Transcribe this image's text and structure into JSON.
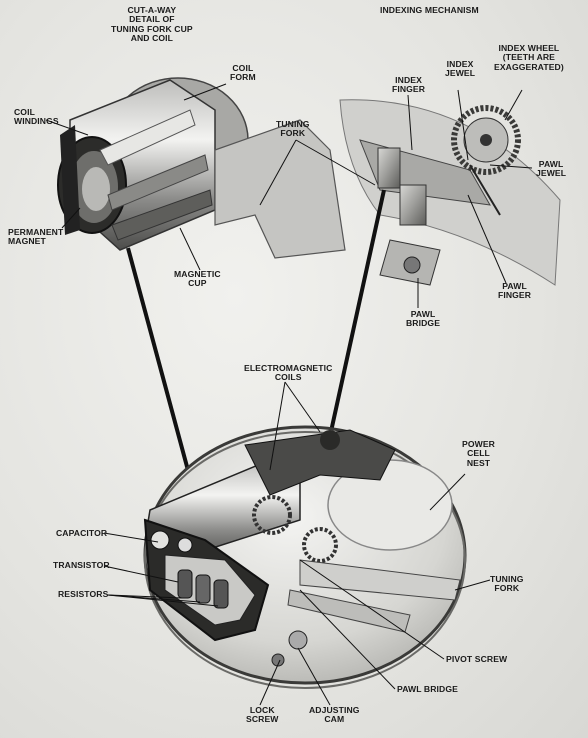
{
  "labels": {
    "cutaway": "CUT-A-WAY\nDETAIL OF\nTUNING FORK CUP\nAND COIL",
    "indexing": "INDEXING MECHANISM",
    "coil_form": "COIL\nFORM",
    "coil_windings": "COIL\nWINDINGS",
    "permanent_magnet": "PERMANENT\nMAGNET",
    "magnetic_cup": "MAGNETIC\nCUP",
    "tuning_fork_top": "TUNING\nFORK",
    "index_finger": "INDEX\nFINGER",
    "index_jewel": "INDEX\nJEWEL",
    "index_wheel": "INDEX WHEEL\n(TEETH ARE\nEXAGGERATED)",
    "pawl_jewel": "PAWL\nJEWEL",
    "pawl_finger": "PAWL\nFINGER",
    "pawl_bridge_top": "PAWL\nBRIDGE",
    "electromagnetic_coils": "ELECTROMAGNETIC\nCOILS",
    "power_cell_nest": "POWER\nCELL\nNEST",
    "capacitor": "CAPACITOR",
    "transistor": "TRANSISTOR",
    "resistors": "RESISTORS",
    "tuning_fork_bottom": "TUNING\nFORK",
    "pivot_screw": "PIVOT SCREW",
    "pawl_bridge_bottom": "PAWL BRIDGE",
    "lock_screw": "LOCK\nSCREW",
    "adjusting_cam": "ADJUSTING\nCAM"
  }
}
